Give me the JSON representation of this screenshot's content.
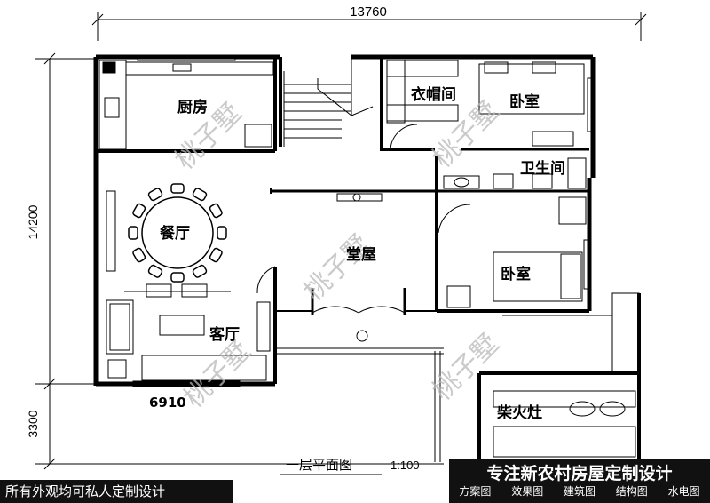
{
  "dimensions": {
    "width_total": "13760",
    "depth_main": "14200",
    "depth_ext": "3300",
    "front_width": "6910"
  },
  "rooms": {
    "kitchen": "厨房",
    "dining": "餐厅",
    "living": "客厅",
    "hall": "堂屋",
    "closet": "衣帽间",
    "bedroom_top": "卧室",
    "bathroom": "卫生间",
    "bedroom_mid": "卧室",
    "firewood_stove": "柴火灶"
  },
  "drawing": {
    "title": "一层平面图",
    "scale": "1:100"
  },
  "watermark": "桃子墅",
  "banner_left": "所有外观均可私人定制设计",
  "banner_right": {
    "title": "专注新农村房屋定制设计",
    "links": [
      "方案图",
      "效果图",
      "建筑图",
      "结构图",
      "水电图"
    ]
  },
  "colors": {
    "wall": "#000000",
    "watermark": "#b9b9b9",
    "banner_bg": "#111111",
    "banner_text": "#ffffff"
  }
}
